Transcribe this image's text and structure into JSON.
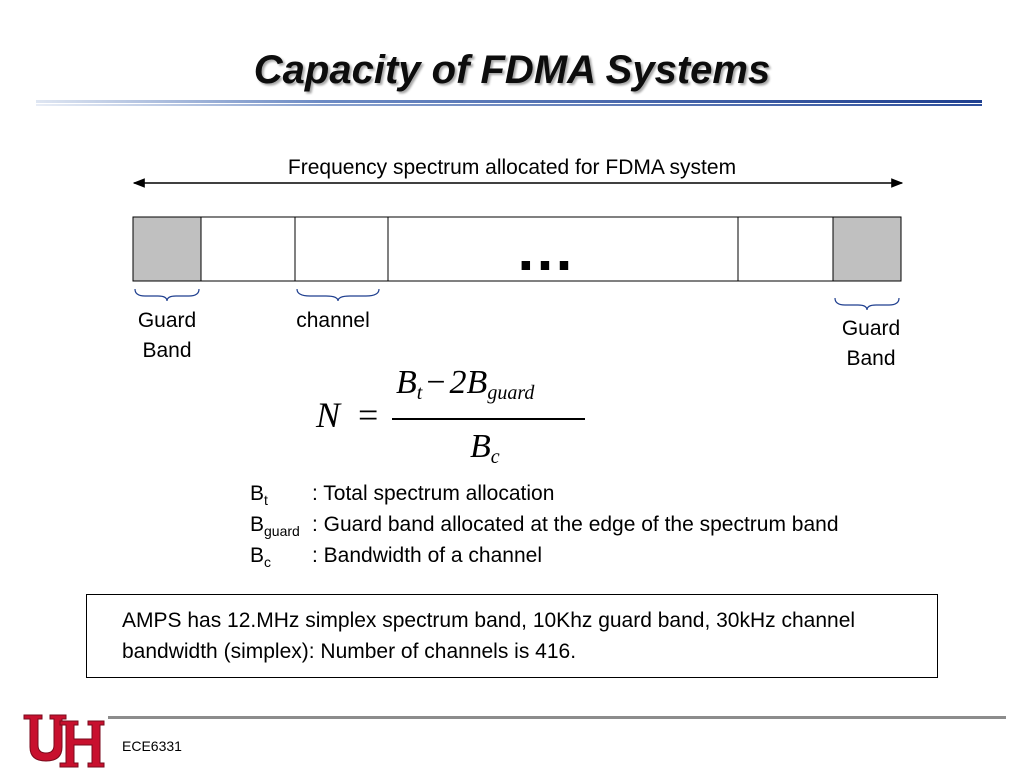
{
  "slide": {
    "title": "Capacity of FDMA Systems",
    "footer": "ECE6331"
  },
  "diagram": {
    "spectrum_label": "Frequency spectrum allocated for FDMA system",
    "ellipsis": "…",
    "guard_band_left": [
      "Guard",
      "Band"
    ],
    "channel_label": "channel",
    "guard_band_right": [
      "Guard",
      "Band"
    ],
    "guard_color": "#c0c0c0"
  },
  "formula": {
    "lhs": "N",
    "equals": "=",
    "numerator": {
      "b": "B",
      "t": "t",
      "minus": "−",
      "two_b": "2B",
      "guard": "guard"
    },
    "denominator": {
      "b": "B",
      "c": "c"
    }
  },
  "definitions": [
    {
      "sym": "B",
      "sub": "t",
      "desc": ": Total spectrum allocation"
    },
    {
      "sym": "B",
      "sub": "guard",
      "desc": ": Guard band allocated at the edge of the spectrum band"
    },
    {
      "sym": "B",
      "sub": "c",
      "desc": ": Bandwidth of a channel"
    }
  ],
  "note": "AMPS has 12.MHz simplex spectrum band, 10Khz guard band, 30kHz channel bandwidth (simplex): Number of channels is 416.",
  "logo": {
    "letters": "UH",
    "color": "#c8102e"
  }
}
